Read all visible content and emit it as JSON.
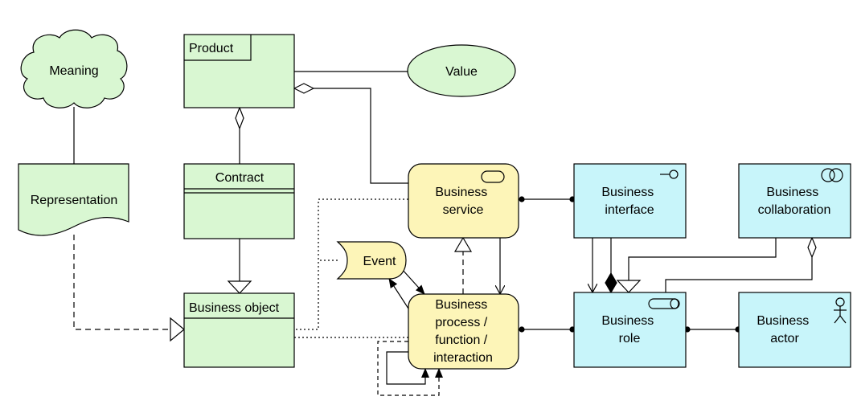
{
  "colors": {
    "passive": "#d9f7d2",
    "behavior": "#fdf5b8",
    "active": "#c8f5fa",
    "stroke": "#000000"
  },
  "nodes": {
    "meaning": "Meaning",
    "product": "Product",
    "value": "Value",
    "representation": "Representation",
    "contract": "Contract",
    "business_object": "Business object",
    "event": "Event",
    "business_service": [
      "Business",
      "service"
    ],
    "business_process": [
      "Business",
      "process /",
      "function /",
      "interaction"
    ],
    "business_interface": [
      "Business",
      "interface"
    ],
    "business_collaboration": [
      "Business",
      "collaboration"
    ],
    "business_role": [
      "Business",
      "role"
    ],
    "business_actor": [
      "Business",
      "actor"
    ]
  }
}
